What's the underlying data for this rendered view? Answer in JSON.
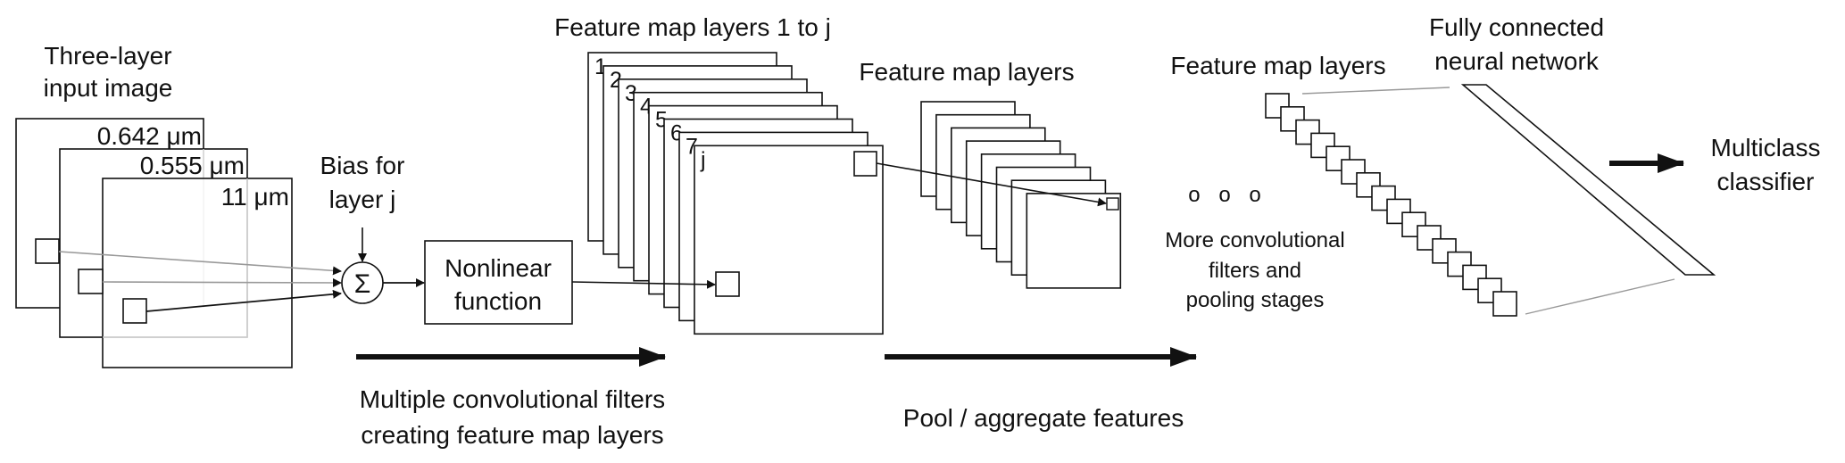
{
  "input_image": {
    "title_line1": "Three-layer",
    "title_line2": "input image",
    "layer_labels": [
      "0.642 μm",
      "0.555 μm",
      "11 μm"
    ]
  },
  "bias": {
    "line1": "Bias for",
    "line2": "layer j",
    "symbol": "Σ"
  },
  "nonlinear": {
    "line1": "Nonlinear",
    "line2": "function"
  },
  "feature_maps_1": {
    "title": "Feature map layers 1 to j",
    "layer_labels": [
      "1",
      "2",
      "3",
      "4",
      "5",
      "6",
      "7",
      "j"
    ]
  },
  "feature_maps_2": {
    "title": "Feature map layers"
  },
  "more_stages": {
    "dots": "o o o",
    "line1": "More convolutional",
    "line2": "filters and",
    "line3": "pooling stages"
  },
  "feature_maps_3": {
    "title": "Feature map layers"
  },
  "fully_connected": {
    "line1": "Fully connected",
    "line2": "neural network"
  },
  "classifier": {
    "line1": "Multiclass",
    "line2": "classifier"
  },
  "stage_captions": {
    "conv_line1": "Multiple convolutional filters",
    "conv_line2": "creating feature map layers",
    "pool": "Pool / aggregate features"
  },
  "colors": {
    "stroke": "#111111",
    "faint_line": "#aaaaaa",
    "background": "#ffffff"
  }
}
